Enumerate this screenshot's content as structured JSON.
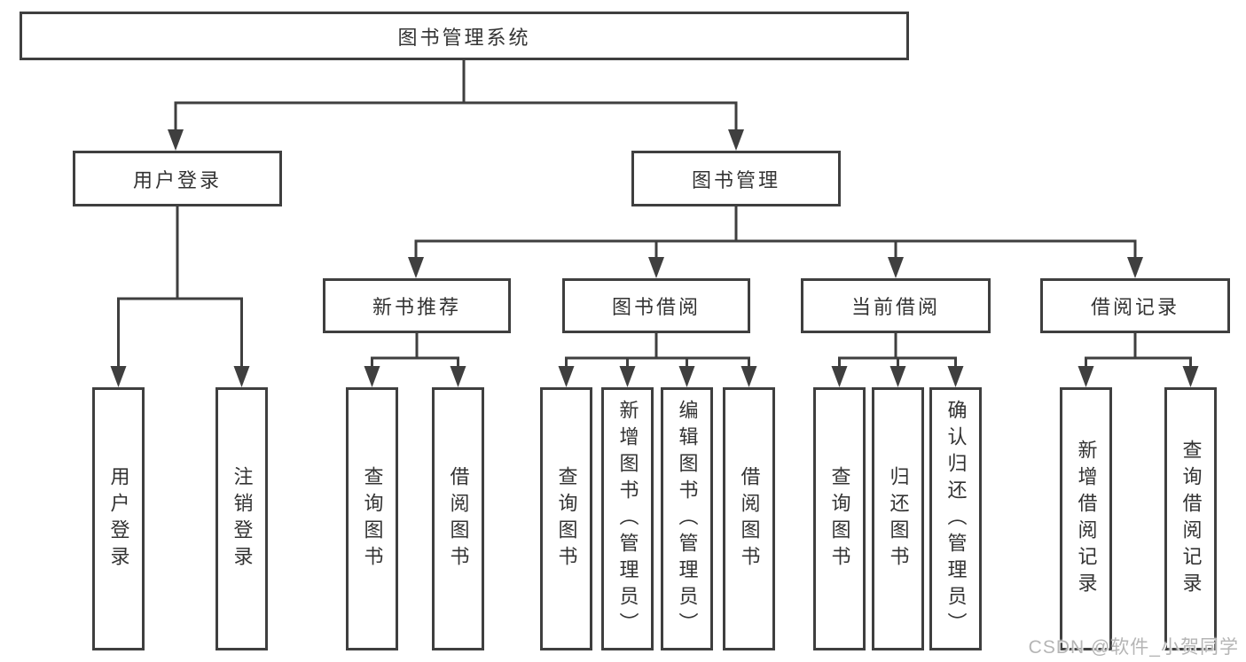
{
  "colors": {
    "line": "#3f3f3f",
    "text": "#333333",
    "watermark": "#b5b5b5",
    "bg": "#ffffff"
  },
  "watermark": {
    "text": "CSDN @软件_小贺同学"
  },
  "tree": {
    "root": {
      "label": "图书管理系统"
    },
    "branches": [
      {
        "label": "用户登录",
        "leaves": [
          {
            "label": "用户登录"
          },
          {
            "label": "注销登录"
          }
        ]
      },
      {
        "label": "图书管理",
        "groups": [
          {
            "label": "新书推荐",
            "leaves": [
              {
                "label": "查询图书"
              },
              {
                "label": "借阅图书"
              }
            ]
          },
          {
            "label": "图书借阅",
            "leaves": [
              {
                "label": "查询图书"
              },
              {
                "label": "新增图书（管理员）"
              },
              {
                "label": "编辑图书（管理员）"
              },
              {
                "label": "借阅图书"
              }
            ]
          },
          {
            "label": "当前借阅",
            "leaves": [
              {
                "label": "查询图书"
              },
              {
                "label": "归还图书"
              },
              {
                "label": "确认归还（管理员）"
              }
            ]
          },
          {
            "label": "借阅记录",
            "leaves": [
              {
                "label": "新增借阅记录"
              },
              {
                "label": "查询借阅记录"
              }
            ]
          }
        ]
      }
    ]
  }
}
